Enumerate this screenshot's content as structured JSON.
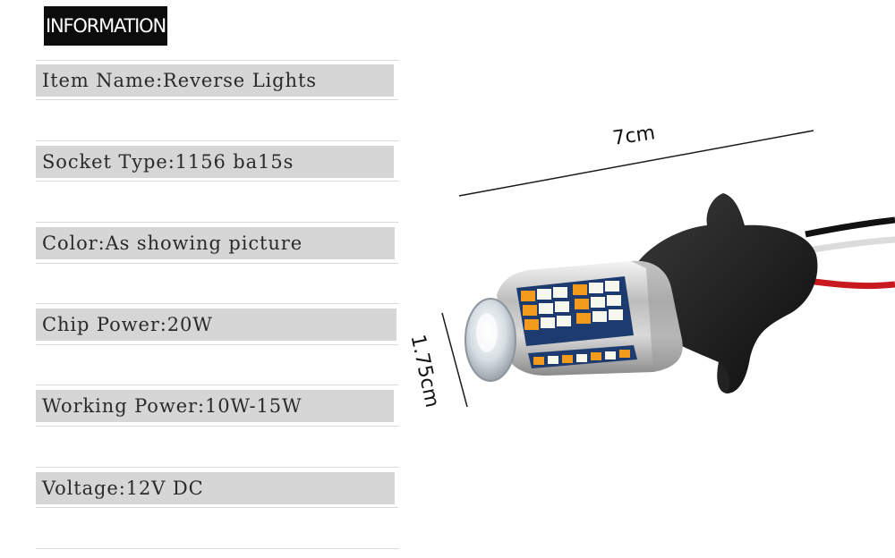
{
  "header": {
    "badge_label": "INFORMATION"
  },
  "specs": [
    {
      "text": "Item Name:Reverse Lights"
    },
    {
      "text": "Socket Type:1156 ba15s"
    },
    {
      "text": "Color:As showing picture"
    },
    {
      "text": "Chip Power:20W"
    },
    {
      "text": "Working Power:10W-15W"
    },
    {
      "text": "Voltage:12V DC"
    }
  ],
  "dimensions": {
    "length": "7cm",
    "diameter": "1.75cm"
  },
  "colors": {
    "badge_bg": "#0c0c0c",
    "spec_bg": "#d6d6d6",
    "led_white": "#f6f8ee",
    "led_amber": "#f29a1c",
    "pcb_blue": "#1d3b6e",
    "wire_red": "#c8191e"
  }
}
